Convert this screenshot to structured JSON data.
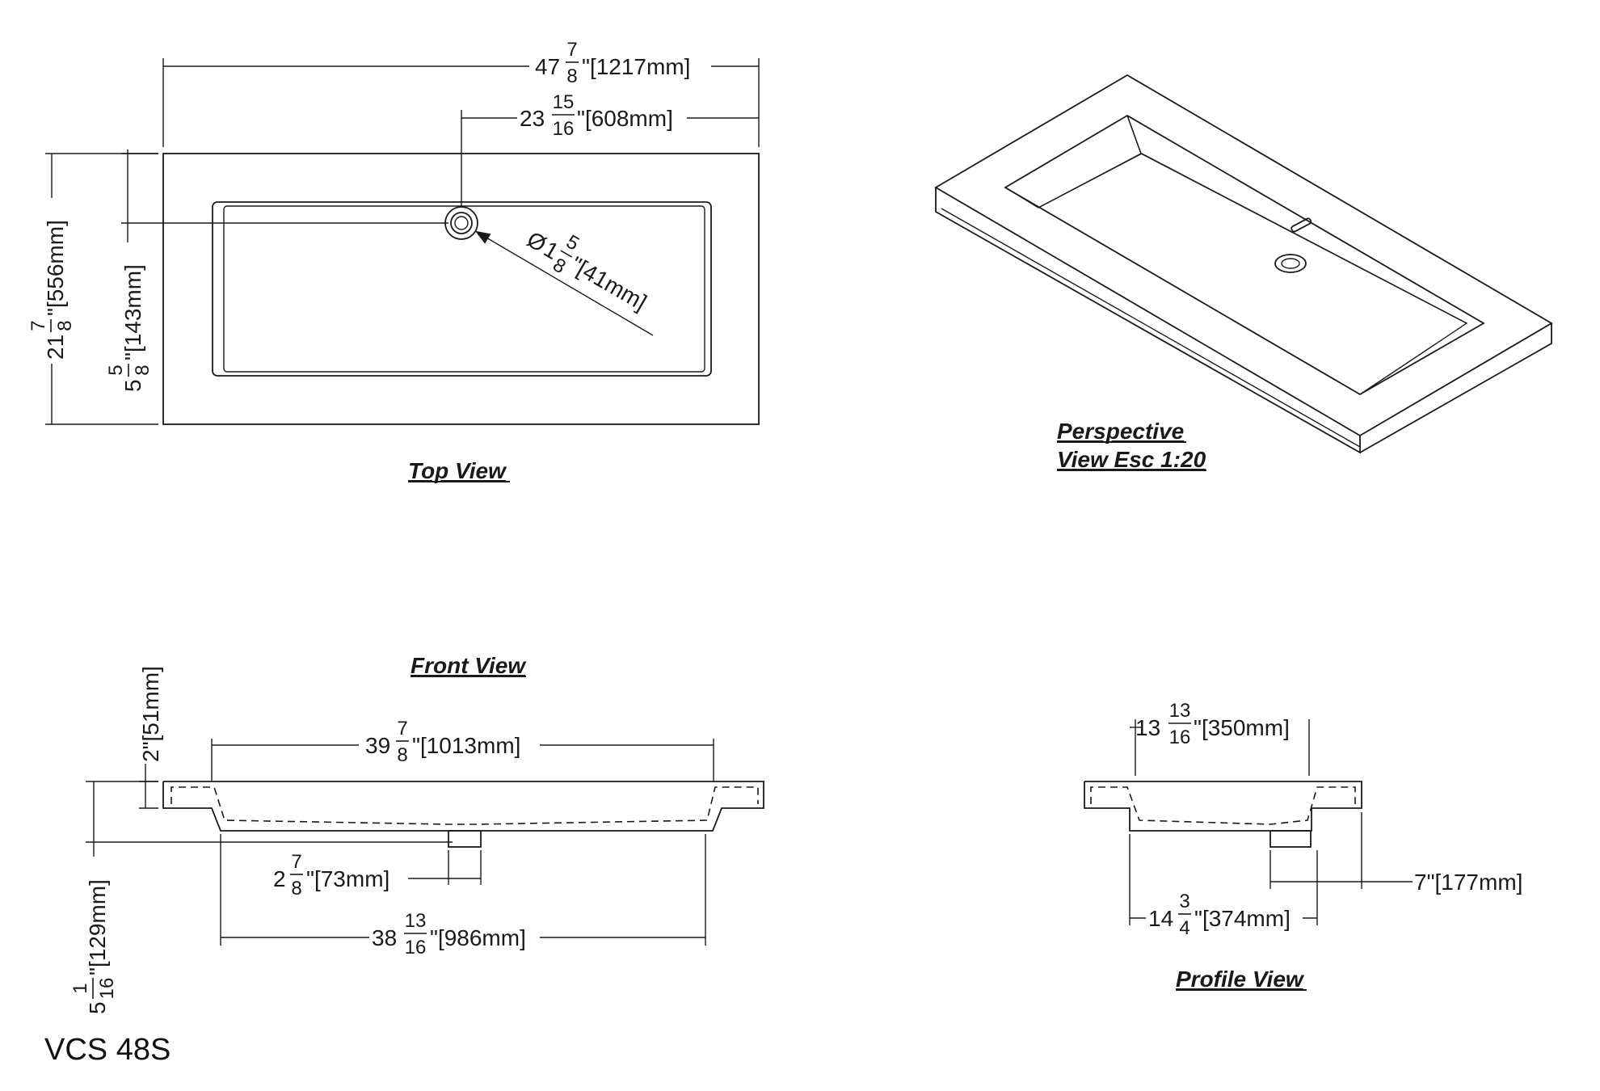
{
  "model": "VCS 48S",
  "views": {
    "top": "Top View",
    "perspective_line1": "Perspective",
    "perspective_line2": "View Esc 1:20",
    "front": "Front View",
    "profile": "Profile View"
  },
  "dims": {
    "overall_width": {
      "whole": "47",
      "num": "7",
      "den": "8",
      "metric": "\"[1217mm]"
    },
    "drain_offset": {
      "whole": "23",
      "num": "15",
      "den": "16",
      "metric": "\"[608mm]"
    },
    "overall_depth": {
      "whole": "21",
      "num": "7",
      "den": "8",
      "metric": "\"[556mm]"
    },
    "drain_from_back": {
      "whole": "5",
      "num": "5",
      "den": "8",
      "metric": "\"[143mm]"
    },
    "drain_diameter": {
      "prefix": "Ø",
      "whole": "1",
      "num": "5",
      "den": "8",
      "metric": "\"[41mm]"
    },
    "basin_top_width": {
      "whole": "39",
      "num": "7",
      "den": "8",
      "metric": "\"[1013mm]"
    },
    "rim_height": {
      "text": "2\"[51mm]"
    },
    "drain_outlet": {
      "whole": "2",
      "num": "7",
      "den": "8",
      "metric": "\"[73mm]"
    },
    "basin_bottom_width": {
      "whole": "38",
      "num": "13",
      "den": "16",
      "metric": "\"[986mm]"
    },
    "total_height": {
      "whole": "5",
      "num": "1",
      "den": "16",
      "metric": "\"[129mm]"
    },
    "profile_basin_depth": {
      "whole": "13",
      "num": "13",
      "den": "16",
      "metric": "\"[350mm]"
    },
    "profile_drain": {
      "text": "7\"[177mm]"
    },
    "profile_overall": {
      "whole": "14",
      "num": "3",
      "den": "4",
      "metric": "\"[374mm]"
    }
  }
}
